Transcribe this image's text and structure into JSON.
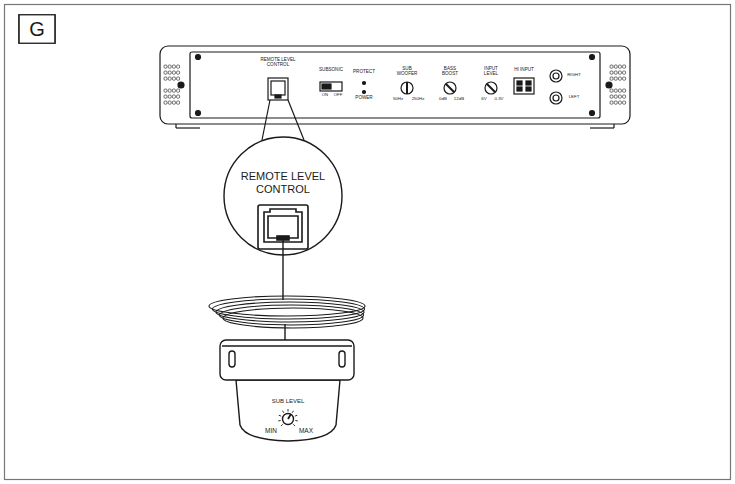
{
  "diagram": {
    "nodes": [
      {
        "text": [
          "G"
        ]
      },
      {
        "text": [
          "REMOTE LEVEL CONTROL"
        ]
      }
    ],
    "labels": [
      "REMOTE LEVEL CONTROL",
      "SUBSONIC",
      "ON",
      "OFF",
      "PROTECT",
      "POWER",
      "SUB WOOFER",
      "50Hz",
      "250Hz",
      "BASS BOOST",
      "0dB",
      "12dB",
      "INPUT LEVEL",
      "6V",
      "0.3V",
      "HI INPUT",
      "RIGHT",
      "LEFT",
      "SUB LEVEL",
      "MIN",
      "MAX"
    ]
  }
}
